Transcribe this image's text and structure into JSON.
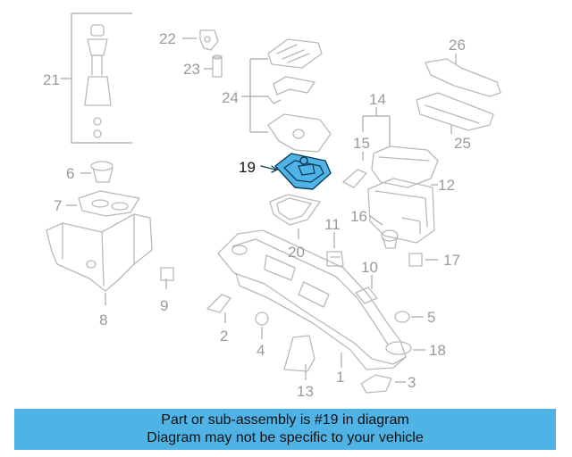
{
  "callouts": {
    "c1": "1",
    "c2": "2",
    "c3": "3",
    "c4": "4",
    "c5": "5",
    "c6": "6",
    "c7": "7",
    "c8": "8",
    "c9": "9",
    "c10": "10",
    "c11": "11",
    "c12": "12",
    "c13": "13",
    "c14": "14",
    "c15": "15",
    "c16": "16",
    "c17": "17",
    "c18": "18",
    "c19": "19",
    "c20": "20",
    "c21": "21",
    "c22": "22",
    "c23": "23",
    "c24": "24",
    "c25": "25",
    "c26": "26"
  },
  "highlighted_part": "19",
  "colors": {
    "highlight": "#4fb3e6",
    "banner": "#4fb3e6",
    "outline": "#b9b9b9"
  },
  "banner": {
    "line1": "Part or sub-assembly is #19 in diagram",
    "line2": "Diagram may not be specific to your vehicle"
  }
}
